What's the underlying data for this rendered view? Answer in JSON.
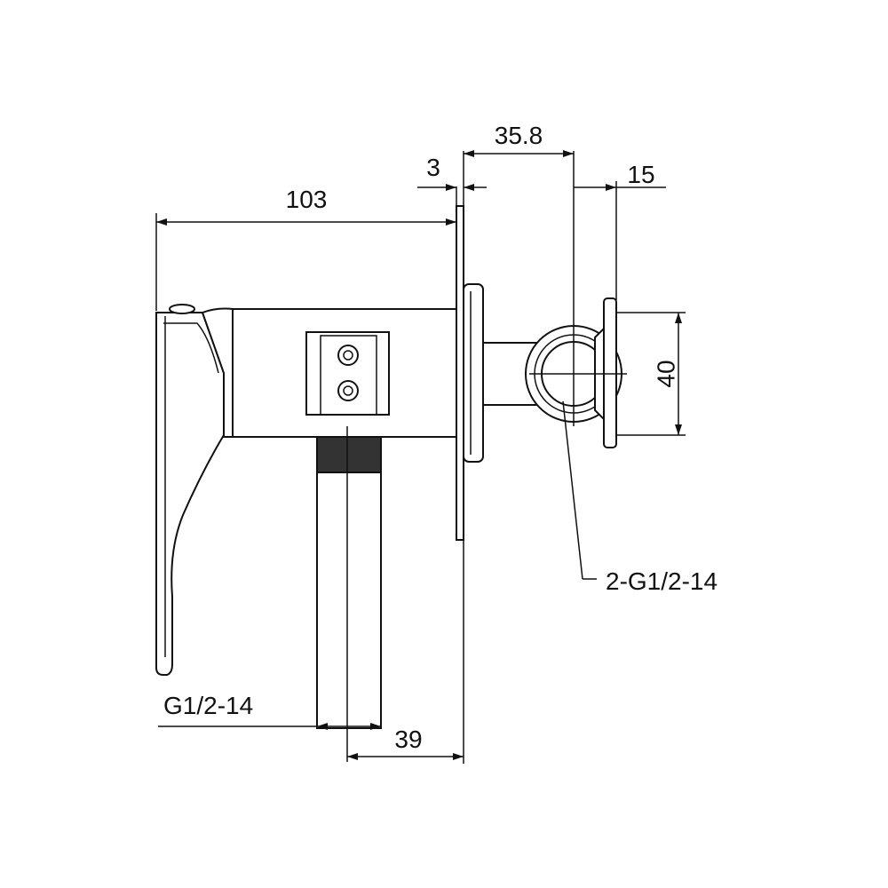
{
  "dimensions": {
    "overall_length": "103",
    "plate_thickness": "3",
    "outlet_offset": "35.8",
    "outlet_flange": "15",
    "outlet_height": "40",
    "inlet_offset": "39"
  },
  "threads": {
    "outlet": "2-G1/2-14",
    "inlet": "G1/2-14"
  },
  "colors": {
    "line": "#111111",
    "background": "#ffffff"
  }
}
